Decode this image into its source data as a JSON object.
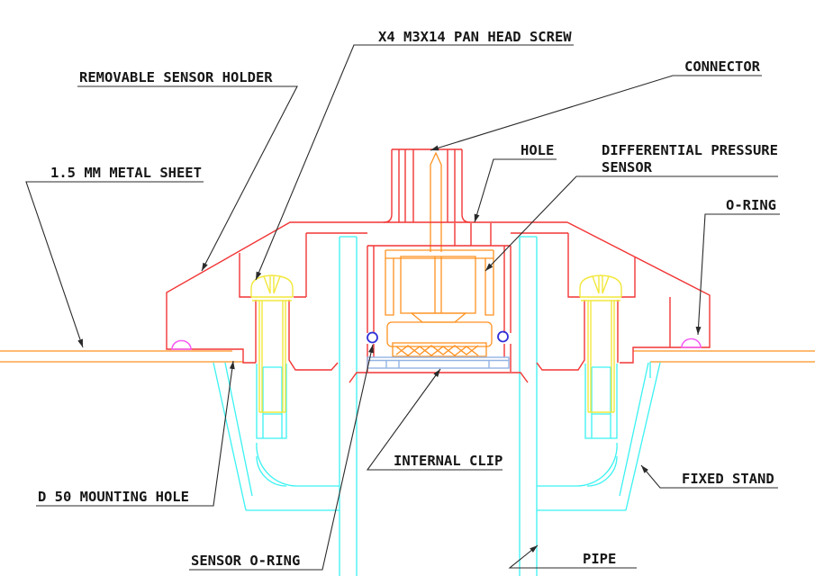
{
  "drawing": {
    "type": "cad-cross-section",
    "labels": {
      "removable_sensor_holder": "REMOVABLE SENSOR HOLDER",
      "pan_head_screw": "X4 M3X14 PAN HEAD SCREW",
      "connector": "CONNECTOR",
      "hole": "HOLE",
      "differential_pressure_sensor_line1": "DIFFERENTIAL PRESSURE",
      "differential_pressure_sensor_line2": "SENSOR",
      "o_ring": "O-RING",
      "metal_sheet": "1.5 MM METAL SHEET",
      "d50_mounting_hole": "D 50 MOUNTING HOLE",
      "internal_clip": "INTERNAL CLIP",
      "sensor_o_ring": "SENSOR O-RING",
      "fixed_stand": "FIXED STAND",
      "pipe": "PIPE"
    }
  },
  "colors": {
    "bg": "#ffffff",
    "leader": "#2a2a2a",
    "red": "#f23535",
    "orange": "#ff9221",
    "yellow": "#f2e83c",
    "cyan": "#3af2f2",
    "magenta": "#f65df6",
    "blue": "#2f2fd8",
    "clip": "#93b4e4"
  }
}
